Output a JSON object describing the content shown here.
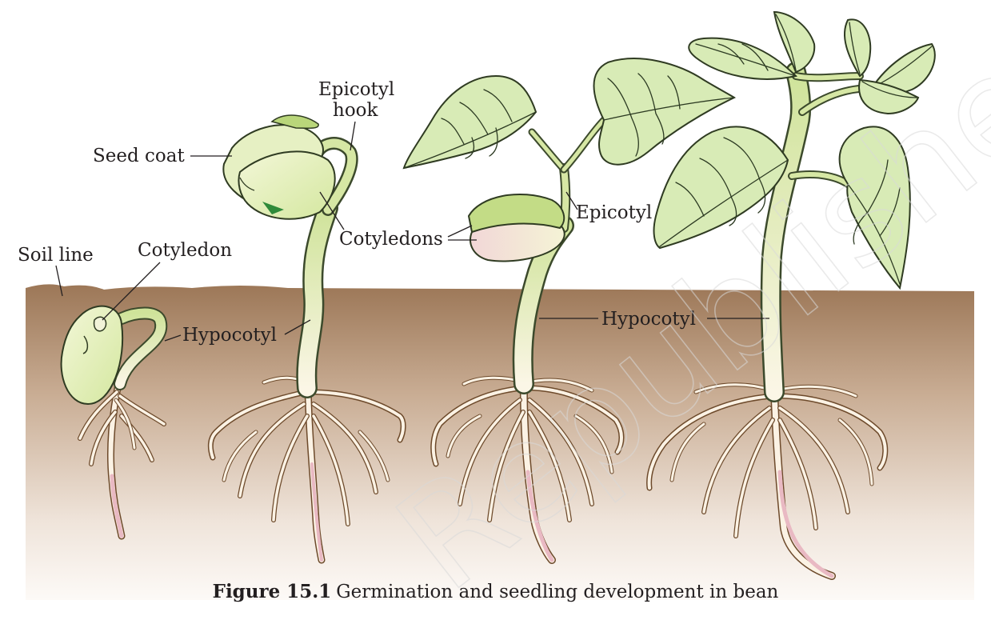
{
  "figure": {
    "number": "Figure 15.1",
    "caption": "Germination and seedling development in bean",
    "watermark": "Republished"
  },
  "labels": {
    "soil_line": "Soil line",
    "cotyledon": "Cotyledon",
    "hypocotyl_stage1": "Hypocotyl",
    "seed_coat": "Seed coat",
    "epicotyl_hook_line1": "Epicotyl",
    "epicotyl_hook_line2": "hook",
    "cotyledons": "Cotyledons",
    "epicotyl": "Epicotyl",
    "hypocotyl_shared": "Hypocotyl"
  },
  "colors": {
    "soil_top": "#a0785a",
    "soil_bottom": "#fbf6f1",
    "leaf": "#d8ebb6",
    "stem": "#eef4d6",
    "outline": "#231f20"
  }
}
